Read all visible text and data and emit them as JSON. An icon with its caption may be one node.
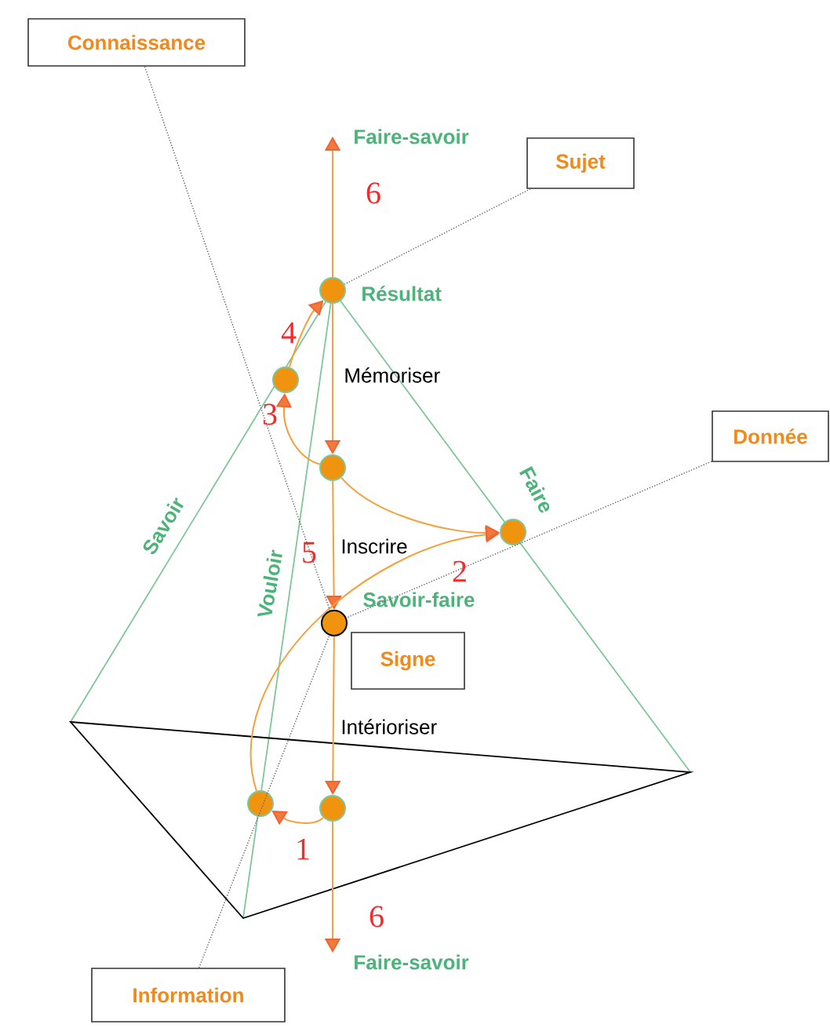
{
  "diagram": {
    "nodes": [
      {
        "text": [
          "Connaissance"
        ]
      },
      {
        "text": [
          "Sujet"
        ]
      },
      {
        "text": [],
        "shape": "circle",
        "beside": [
          "Résultat"
        ]
      },
      {
        "text": [],
        "shape": "circle"
      },
      {
        "text": [],
        "shape": "circle"
      },
      {
        "text": [
          "Donnée"
        ]
      },
      {
        "text": [],
        "shape": "circle"
      },
      {
        "text": [],
        "shape": "circle",
        "beside": [
          "Savoir-faire"
        ]
      },
      {
        "text": [
          "Signe"
        ]
      },
      {
        "text": [],
        "shape": "circle"
      },
      {
        "text": [],
        "shape": "circle"
      },
      {
        "text": [
          "Information"
        ]
      },
      {
        "text": [
          "Faire-savoir"
        ]
      },
      {
        "text": [
          "Faire-savoir"
        ]
      }
    ],
    "edges": [
      {
        "from": 2,
        "to": 12,
        "arrow": "to",
        "label": "6"
      },
      {
        "from": 2,
        "to": 4,
        "arrow": "to"
      },
      {
        "from": 4,
        "to": 7,
        "arrow": "to",
        "label": "5"
      },
      {
        "from": 7,
        "to": 10,
        "arrow": "to"
      },
      {
        "from": 10,
        "to": 13,
        "arrow": "to",
        "label": "6"
      },
      {
        "from": 10,
        "to": 9,
        "arrow": "to",
        "label": "1"
      },
      {
        "from": 9,
        "to": 6,
        "arrow": "to",
        "label": "2"
      },
      {
        "from": 4,
        "to": 6,
        "arrow": "to"
      },
      {
        "from": 4,
        "to": 3,
        "arrow": "to",
        "label": "3"
      },
      {
        "from": 3,
        "to": 2,
        "arrow": "to",
        "label": "4"
      },
      {
        "from": 0,
        "to": 7,
        "arrow": "none",
        "style": "dashed",
        "color": "#666666"
      },
      {
        "from": 1,
        "to": 2,
        "arrow": "none",
        "style": "dashed",
        "color": "#666666"
      },
      {
        "from": 5,
        "to": 7,
        "arrow": "none",
        "style": "dashed",
        "color": "#666666"
      },
      {
        "from": 11,
        "to": 7,
        "arrow": "none",
        "style": "dashed",
        "color": "#666666"
      }
    ],
    "labels": [
      "Mémoriser",
      "Savoir",
      "Faire",
      "Inscrire",
      "Vouloir",
      "Intérioriser"
    ]
  }
}
